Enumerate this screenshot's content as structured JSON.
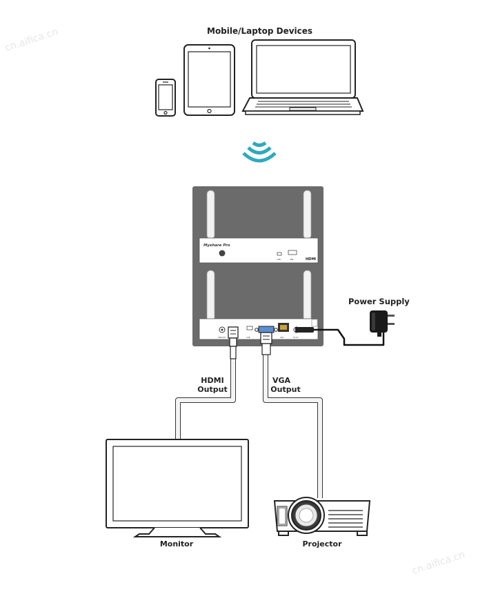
{
  "labels": {
    "mobile_devices": "Mobile/Laptop Devices",
    "power_supply": "Power Supply",
    "hdmi_output_line1": "HDMI",
    "hdmi_output_line2": "Output",
    "vga_output_line1": "VGA",
    "vga_output_line2": "Output",
    "monitor": "Monitor",
    "projector": "Projector"
  },
  "device": {
    "brand": "Myshare Pro",
    "port_hdmi": "HDMI",
    "port_usb1": "USB",
    "port_usb2": "USB",
    "rear_port_line_out": "LINE OUT",
    "rear_port_usb": "USB",
    "rear_port_lan": "LAN",
    "rear_port_dc": "DC 5V"
  },
  "watermark": "cn.aifica.cn",
  "icons": [
    "phone-icon",
    "tablet-icon",
    "laptop-icon",
    "wifi-icon",
    "power-adapter-icon",
    "monitor-icon",
    "projector-icon"
  ],
  "colors": {
    "wifi": "#2fa9bf",
    "device_body": "#6b6b6b",
    "outline": "#222222"
  }
}
